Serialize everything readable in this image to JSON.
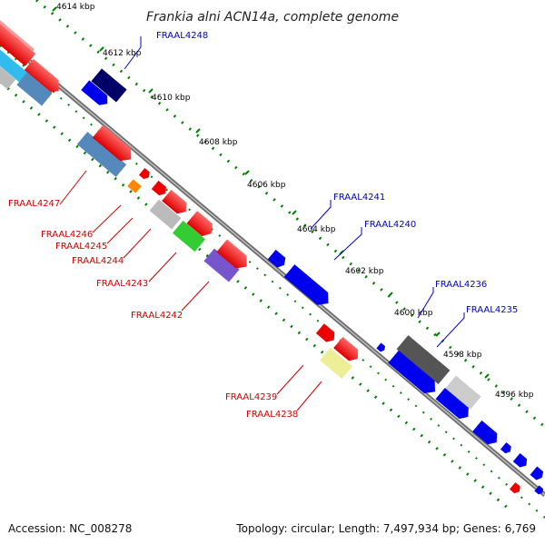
{
  "title": "Frankia alni ACN14a, complete genome",
  "footer": {
    "accession": "Accession: NC_008278",
    "summary": "Topology: circular; Length: 7,497,934 bp; Genes: 6,769"
  },
  "ticks": [
    "4614 kbp",
    "4612 kbp",
    "4610 kbp",
    "4608 kbp",
    "4606 kbp",
    "4604 kbp",
    "4602 kbp",
    "4600 kbp",
    "4598 kbp",
    "4596 kbp"
  ],
  "labels": {
    "FRAAL4248": "FRAAL4248",
    "FRAAL4247": "FRAAL4247",
    "FRAAL4246": "FRAAL4246",
    "FRAAL4245": "FRAAL4245",
    "FRAAL4244": "FRAAL4244",
    "FRAAL4243": "FRAAL4243",
    "FRAAL4242": "FRAAL4242",
    "FRAAL4241": "FRAAL4241",
    "FRAAL4240": "FRAAL4240",
    "FRAAL4239": "FRAAL4239",
    "FRAAL4238": "FRAAL4238",
    "FRAAL4236": "FRAAL4236",
    "FRAAL4235": "FRAAL4235"
  },
  "colors": {
    "backbone": "#808080",
    "tick_dots": "#008000",
    "forward_label": "#0000cc",
    "reverse_label": "#cc0000"
  }
}
